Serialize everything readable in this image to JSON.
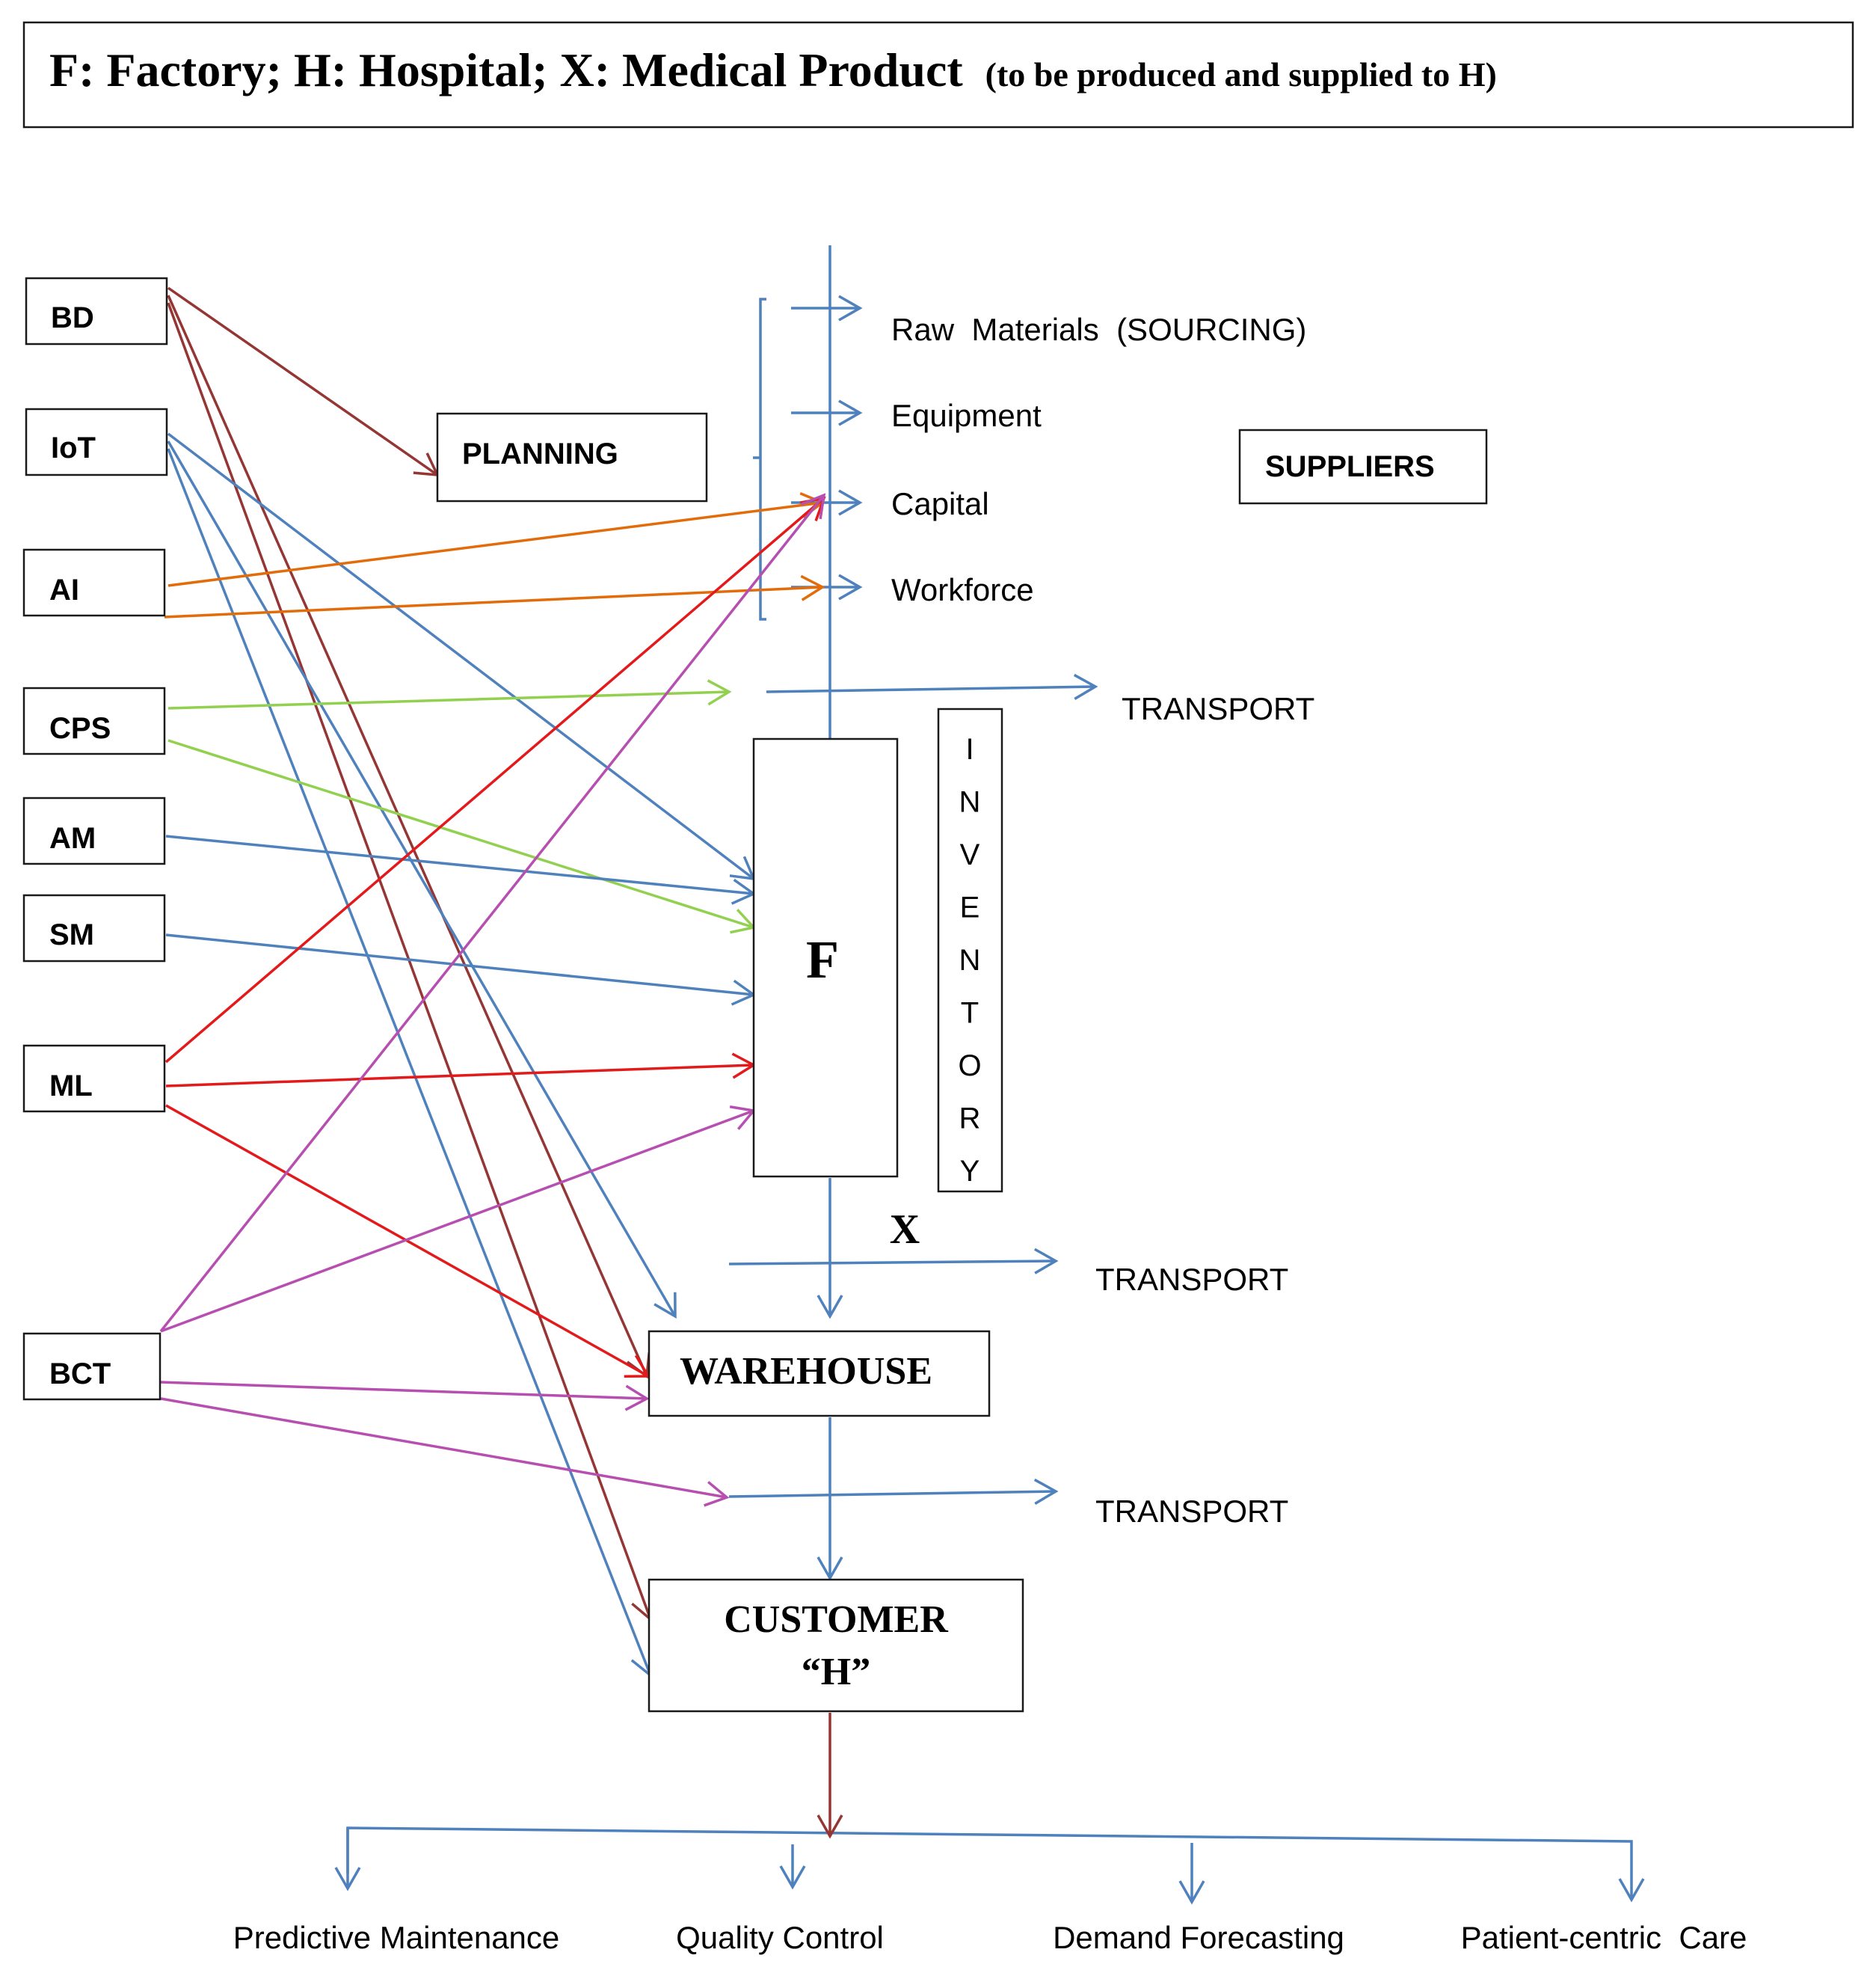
{
  "title": {
    "main": "F: Factory; H: Hospital; X: Medical Product",
    "sub": "(to be produced and supplied to H)"
  },
  "technologies": [
    {
      "id": "bd",
      "label": "BD"
    },
    {
      "id": "iot",
      "label": "IoT"
    },
    {
      "id": "ai",
      "label": "AI"
    },
    {
      "id": "cps",
      "label": "CPS"
    },
    {
      "id": "am",
      "label": "AM"
    },
    {
      "id": "sm",
      "label": "SM"
    },
    {
      "id": "ml",
      "label": "ML"
    },
    {
      "id": "bct",
      "label": "BCT"
    }
  ],
  "planning": "PLANNING",
  "suppliers": "SUPPLIERS",
  "sourcing": [
    {
      "id": "raw",
      "label": "Raw  Materials  (SOURCING)"
    },
    {
      "id": "equipment",
      "label": "Equipment"
    },
    {
      "id": "capital",
      "label": "Capital"
    },
    {
      "id": "workforce",
      "label": "Workforce"
    }
  ],
  "factory": "F",
  "inventory": [
    "I",
    "N",
    "V",
    "E",
    "N",
    "T",
    "O",
    "R",
    "Y"
  ],
  "product": "X",
  "transport": [
    "TRANSPORT",
    "TRANSPORT",
    "TRANSPORT"
  ],
  "warehouse": "WAREHOUSE",
  "customer": {
    "line1": "CUSTOMER",
    "line2": "“H”"
  },
  "outcomes": [
    "Predictive Maintenance",
    "Quality Control",
    "Demand Forecasting",
    "Patient-centric  Care"
  ],
  "colors": {
    "blue": "#4f81bd",
    "dark_red": "#943634",
    "orange": "#e36c0a",
    "green": "#92d050",
    "red": "#e31a1c",
    "purple": "#b64fb0"
  }
}
